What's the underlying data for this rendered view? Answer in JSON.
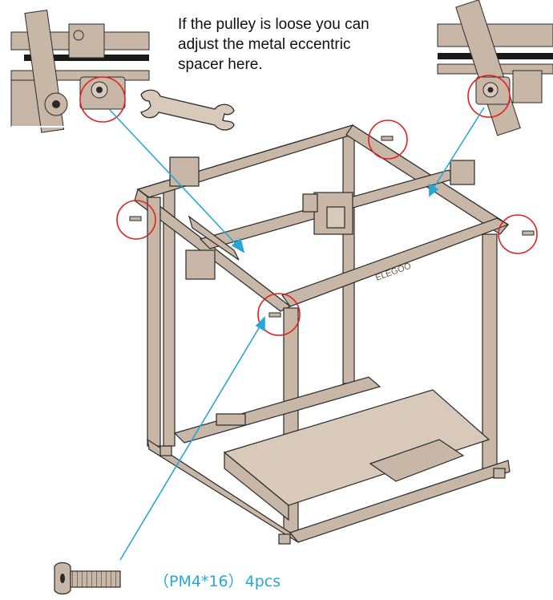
{
  "note": {
    "text": "If the pulley is loose you can\nadjust the metal eccentric\nspacer here."
  },
  "screw": {
    "spec": "（PM4*16）",
    "qty": "4pcs"
  },
  "frame": {
    "brand": "ELEGOO"
  },
  "colors": {
    "frame": "#c8b7a6",
    "outline": "#2a2a2a",
    "callout": "#e02020",
    "arrow": "#27a6d8"
  },
  "icons": [
    "wrench-icon",
    "screw-icon",
    "callout-circle",
    "pointer-arrow"
  ]
}
